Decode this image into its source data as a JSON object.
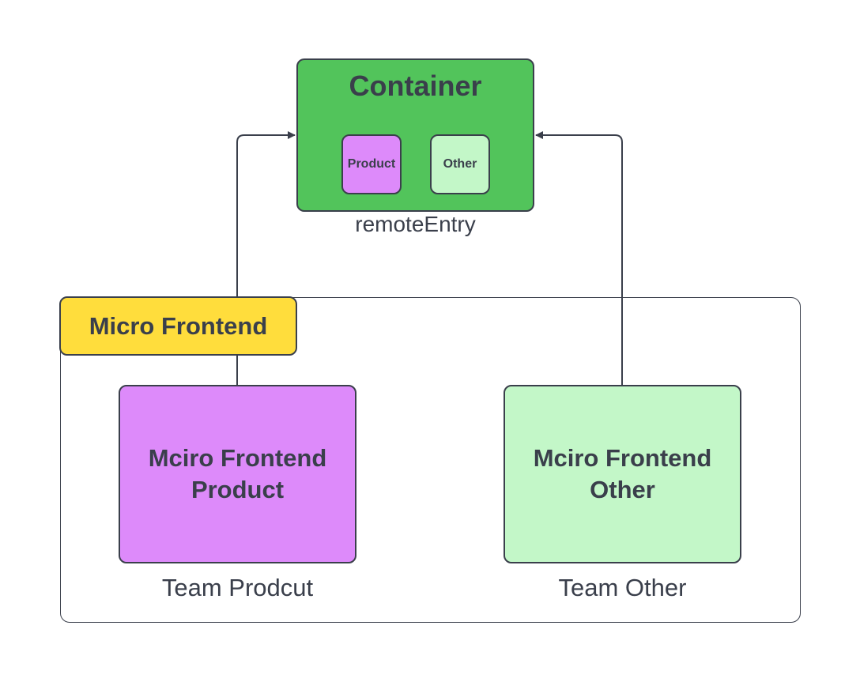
{
  "container": {
    "title": "Container",
    "items": [
      "Product",
      "Other"
    ],
    "caption": "remoteEntry"
  },
  "group": {
    "label": "Micro Frontend"
  },
  "modules": [
    {
      "title": "Mciro Frontend Product",
      "caption": "Team Prodcut"
    },
    {
      "title": "Mciro Frontend Other",
      "caption": "Team Other"
    }
  ],
  "colors": {
    "container": "#52c45b",
    "product": "#dd8afa",
    "other": "#c3f7c8",
    "group_tag": "#ffdd3c",
    "stroke": "#3a3f4b"
  }
}
